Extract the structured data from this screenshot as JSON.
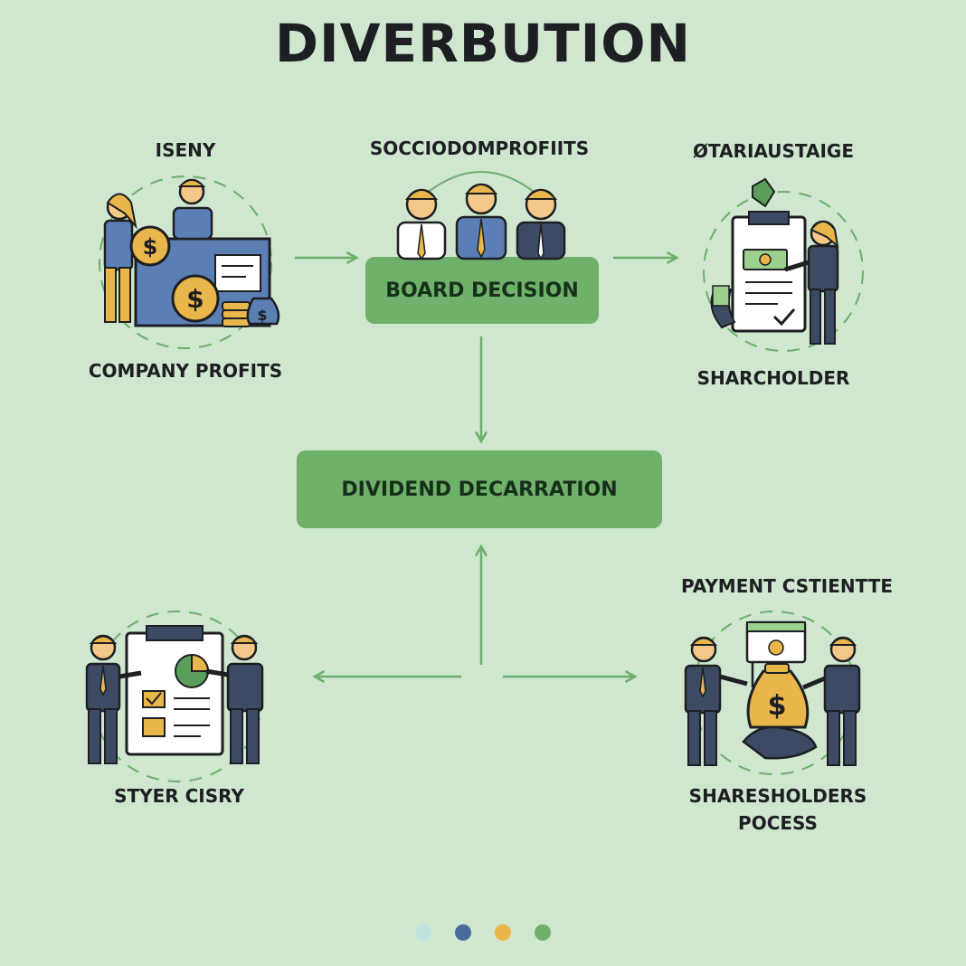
{
  "title": "DIVERBUTION",
  "labels": {
    "tl_top": "ISENY",
    "tl_bottom": "COMPANY PROFITS",
    "tc_top": "SOCCIODOMPROFIITS",
    "tr_top": "ØTARIAUSTAIGE",
    "tr_bottom": "SHARCHOLDER",
    "bl_bottom": "STYER CISRY",
    "br_top": "PAYMENT CSTIENTTE",
    "br_bottom_1": "SHARESHOLDERS",
    "br_bottom_2": "POCESS"
  },
  "boxes": {
    "board": "BOARD DECISION",
    "dividend": "DIVIDEND DECARRATION"
  },
  "colors": {
    "background": "#cfe6cf",
    "box": "#6fb06b",
    "arrow": "#6cae6b",
    "navy": "#3d4a63",
    "blue": "#5b7fb5",
    "gold": "#e8b64a",
    "skin": "#f3c889",
    "dots": [
      "#bfe3dc",
      "#4a6b9a",
      "#e8b64a",
      "#6fb06b"
    ]
  },
  "icons": [
    "coin-icon",
    "money-bag-icon",
    "dollar-bill-icon",
    "clipboard-icon",
    "checkmark-icon",
    "pie-chart-icon",
    "handshake-icon"
  ]
}
